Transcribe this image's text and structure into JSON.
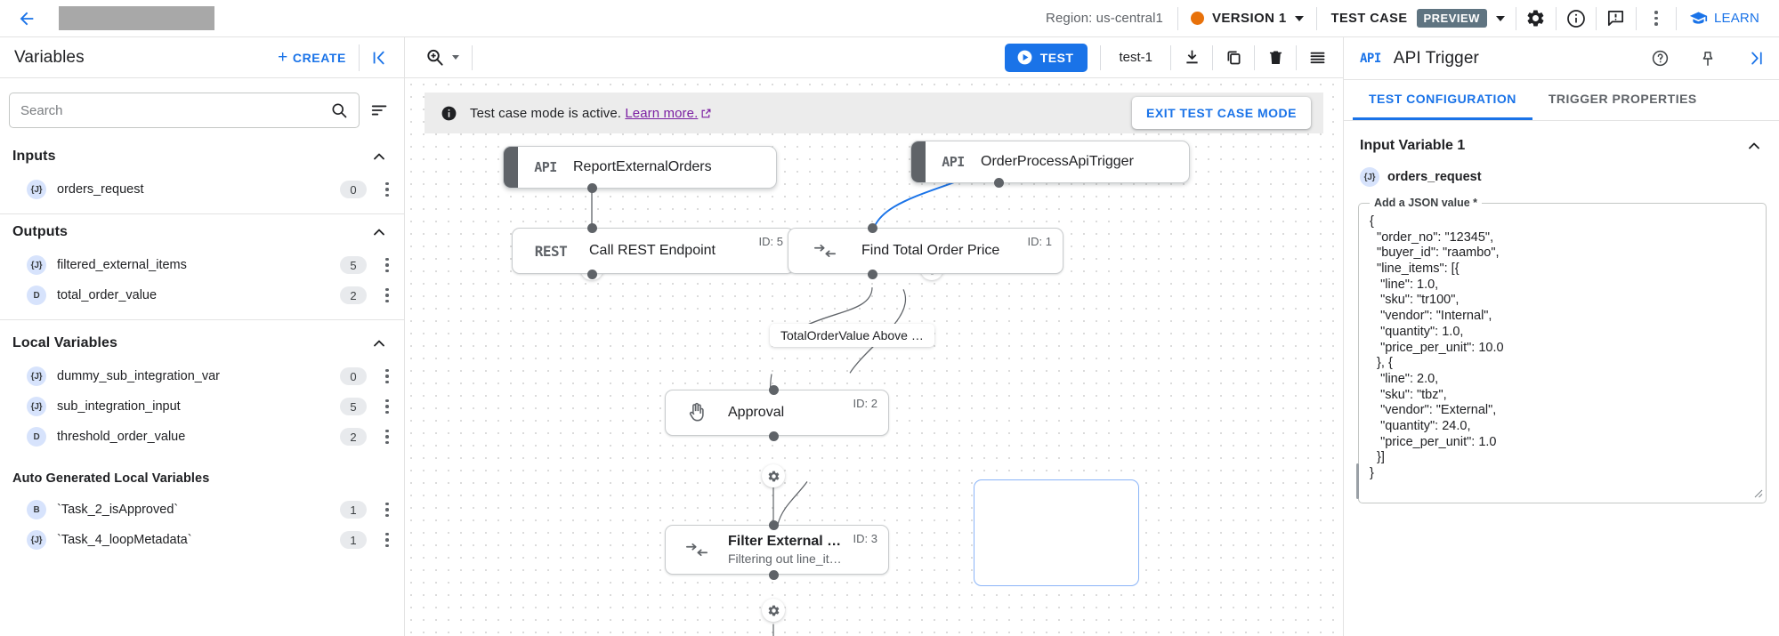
{
  "topbar": {
    "back_icon": "arrow-left-icon",
    "title_redacted": "",
    "region": "Region: us-central1",
    "version_label": "VERSION 1",
    "version_dot_color": "#e8710a",
    "testcase_label": "TEST CASE",
    "preview_badge": "PREVIEW",
    "icons": [
      "gear-icon",
      "info-icon",
      "feedback-icon",
      "more-vert-icon"
    ],
    "learn_label": "LEARN"
  },
  "sidebar": {
    "title": "Variables",
    "create_label": "CREATE",
    "collapse_icon": "collapse-left-icon",
    "search": {
      "placeholder": "Search",
      "value": ""
    },
    "sections": [
      {
        "title": "Inputs",
        "items": [
          {
            "type": "{J}",
            "name": "orders_request",
            "count": "0"
          }
        ]
      },
      {
        "title": "Outputs",
        "items": [
          {
            "type": "{J}",
            "name": "filtered_external_items",
            "count": "5"
          },
          {
            "type": "D",
            "name": "total_order_value",
            "count": "2"
          }
        ]
      },
      {
        "title": "Local Variables",
        "items": [
          {
            "type": "{J}",
            "name": "dummy_sub_integration_var",
            "count": "0"
          },
          {
            "type": "{J}",
            "name": "sub_integration_input",
            "count": "5"
          },
          {
            "type": "D",
            "name": "threshold_order_value",
            "count": "2"
          }
        ]
      },
      {
        "title": "Auto Generated Local Variables",
        "items": [
          {
            "type": "B",
            "name": "`Task_2_isApproved`",
            "count": "1"
          },
          {
            "type": "{J}",
            "name": "`Task_4_loopMetadata`",
            "count": "1"
          }
        ]
      }
    ]
  },
  "canvas_toolbar": {
    "zoom_icon": "zoom-in-icon",
    "test_label": "TEST",
    "test_name": "test-1",
    "icons": [
      "download-icon",
      "copy-icon",
      "delete-icon",
      "list-icon"
    ]
  },
  "banner": {
    "text": "Test case mode is active.",
    "link": "Learn more.",
    "external_icon": "external-link-icon",
    "exit_label": "EXIT TEST CASE MODE",
    "link_color": "#7b1fa2"
  },
  "canvas": {
    "nodes": [
      {
        "id": "report-external-orders",
        "badge": "API",
        "title": "ReportExternalOrders",
        "subtitle": "",
        "idlabel": "",
        "kind": "trigger"
      },
      {
        "id": "order-process-api-trigger",
        "badge": "API",
        "title": "OrderProcessApiTrigger",
        "subtitle": "",
        "idlabel": "",
        "kind": "trigger"
      },
      {
        "id": "call-rest-endpoint",
        "badge": "REST",
        "title": "Call REST Endpoint",
        "subtitle": "",
        "idlabel": "ID: 5",
        "kind": "task"
      },
      {
        "id": "find-total-order-price",
        "badge": "mapping",
        "title": "Find Total Order Price",
        "subtitle": "",
        "idlabel": "ID: 1",
        "kind": "task"
      },
      {
        "id": "approval",
        "badge": "hand",
        "title": "Approval",
        "subtitle": "",
        "idlabel": "ID: 2",
        "kind": "task"
      },
      {
        "id": "filter-external-items",
        "badge": "mapping",
        "title": "Filter External Items",
        "subtitle": "Filtering out line_items whi…",
        "idlabel": "ID: 3",
        "kind": "task"
      }
    ],
    "edge_label": "TotalOrderValue Above …"
  },
  "rpanel": {
    "badge": "API",
    "title": "API Trigger",
    "icons": [
      "help-icon",
      "pin-icon",
      "expand-right-icon"
    ],
    "tabs": [
      {
        "label": "TEST CONFIGURATION",
        "active": true
      },
      {
        "label": "TRIGGER PROPERTIES",
        "active": false
      }
    ],
    "input_variable_heading": "Input Variable 1",
    "variable": {
      "type": "{J}",
      "name": "orders_request"
    },
    "json_label": "Add a JSON value *",
    "json_value": "{\n  \"order_no\": \"12345\",\n  \"buyer_id\": \"raambo\",\n  \"line_items\": [{\n   \"line\": 1.0,\n   \"sku\": \"tr100\",\n   \"vendor\": \"Internal\",\n   \"quantity\": 1.0,\n   \"price_per_unit\": 10.0\n  }, {\n   \"line\": 2.0,\n   \"sku\": \"tbz\",\n   \"vendor\": \"External\",\n   \"quantity\": 24.0,\n   \"price_per_unit\": 1.0\n  }]\n}"
  }
}
